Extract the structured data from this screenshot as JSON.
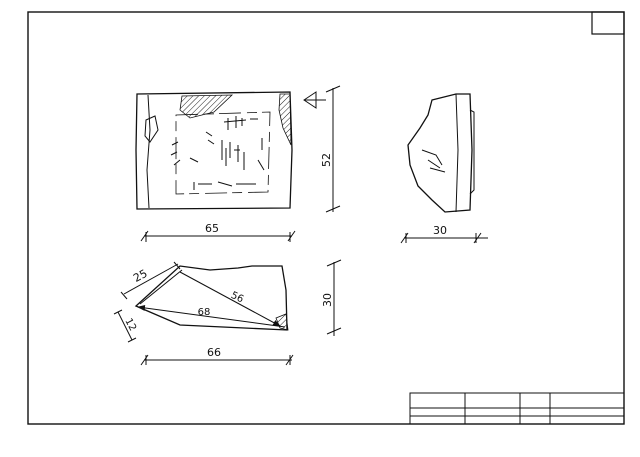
{
  "drawing": {
    "front_view": {
      "width_dim": "65",
      "height_dim": "52"
    },
    "side_view": {
      "width_dim": "30"
    },
    "bottom_view": {
      "width_dim": "66",
      "height_dim": "30",
      "edge_25": "25",
      "edge_12": "12",
      "edge_56": "56",
      "edge_68": "68"
    }
  }
}
